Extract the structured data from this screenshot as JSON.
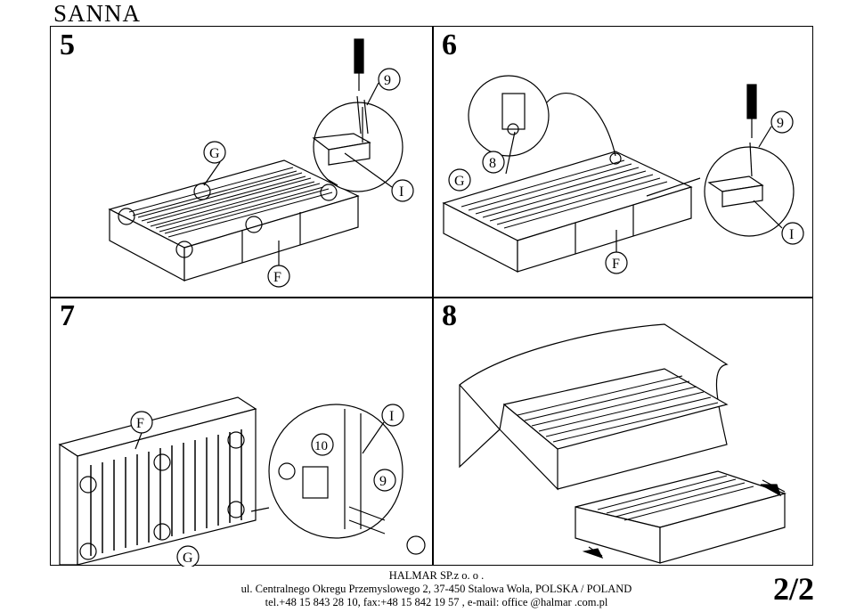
{
  "document": {
    "title": "SANNA",
    "page_number": "2/2"
  },
  "steps": [
    {
      "number": "5",
      "labels": {
        "g": "G",
        "f": "F",
        "i": "I",
        "screw": "9"
      }
    },
    {
      "number": "6",
      "labels": {
        "g": "G",
        "f": "F",
        "i": "I",
        "screw": "9",
        "key": "8"
      }
    },
    {
      "number": "7",
      "labels": {
        "f": "F",
        "g": "G",
        "i": "I",
        "screw": "9",
        "caster": "10"
      }
    },
    {
      "number": "8",
      "labels": {}
    }
  ],
  "footer": {
    "company": "HALMAR SP.z o. o .",
    "address": "ul. Centralnego Okregu Przemyslowego 2, 37-450 Stalowa Wola, POLSKA / POLAND",
    "contact": "tel.+48 15 843 28 10, fax:+48 15 842 19 57 , e-mail: office @halmar .com.pl"
  }
}
